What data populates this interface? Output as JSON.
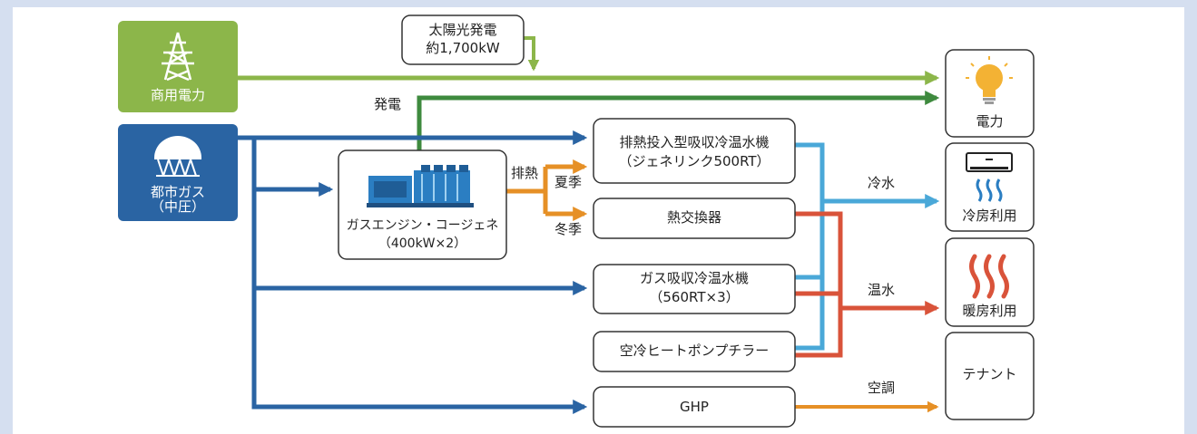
{
  "sources": {
    "grid_power": "商用電力",
    "city_gas_line1": "都市ガス",
    "city_gas_line2": "（中圧）"
  },
  "solar": {
    "line1": "太陽光発電",
    "line2": "約1,700kW"
  },
  "engine": {
    "line1": "ガスエンジン・コージェネ",
    "line2": "（400kW×2）"
  },
  "equipment": {
    "absorption_exhaust_line1": "排熱投入型吸収冷温水機",
    "absorption_exhaust_line2": "（ジェネリンク500RT）",
    "heat_exchanger": "熱交換器",
    "gas_absorption_line1": "ガス吸収冷温水機",
    "gas_absorption_line2": "（560RT×3）",
    "heat_pump_chiller": "空冷ヒートポンプチラー",
    "ghp": "GHP"
  },
  "flow_labels": {
    "generation": "発電",
    "exhaust_heat": "排熱",
    "summer": "夏季",
    "winter": "冬季",
    "chilled_water": "冷水",
    "hot_water": "温水",
    "air_conditioning": "空調"
  },
  "outputs": {
    "electricity": "電力",
    "cooling": "冷房利用",
    "heating": "暖房利用",
    "tenant": "テナント"
  },
  "colors": {
    "grid_green": "#8cb64a",
    "generation_green": "#3e8a3e",
    "gas_blue": "#2a64a3",
    "heat_orange": "#e69026",
    "chilled_blue": "#4aa8d8",
    "hot_red": "#d9533a",
    "background_border": "#d5dff0"
  },
  "icons": [
    "transmission-tower-icon",
    "gas-tank-icon",
    "generator-icon",
    "light-bulb-icon",
    "air-conditioner-icon",
    "heat-icon"
  ]
}
